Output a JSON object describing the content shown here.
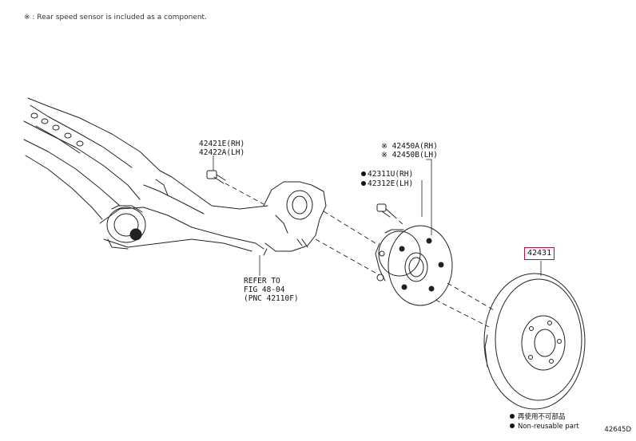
{
  "note": "※ : Rear speed sensor is included as a component.",
  "labels": {
    "bolt_rh": "42421E(RH)",
    "bolt_lh": "42422A(LH)",
    "hub_rh": "※ 42450A(RH)",
    "hub_lh": "※ 42450B(LH)",
    "bolt2_rh": "42311U(RH)",
    "bolt2_lh": "42312E(LH)",
    "refer_1": "REFER TO",
    "refer_2": "FIG 48-04",
    "refer_3": "(PNC 42110F)",
    "highlighted_part": "42431"
  },
  "legend": {
    "line_1": "再使用不可部品",
    "line_2": "Non-reusable part"
  },
  "figure_id": "42645D"
}
